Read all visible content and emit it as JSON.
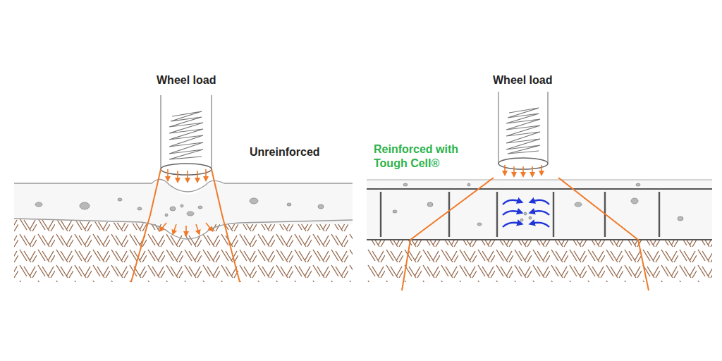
{
  "diagram": {
    "labels": [
      "Wheel load",
      "Unreinforced",
      "Wheel load",
      "Reinforced with Tough Cell®"
    ]
  }
}
